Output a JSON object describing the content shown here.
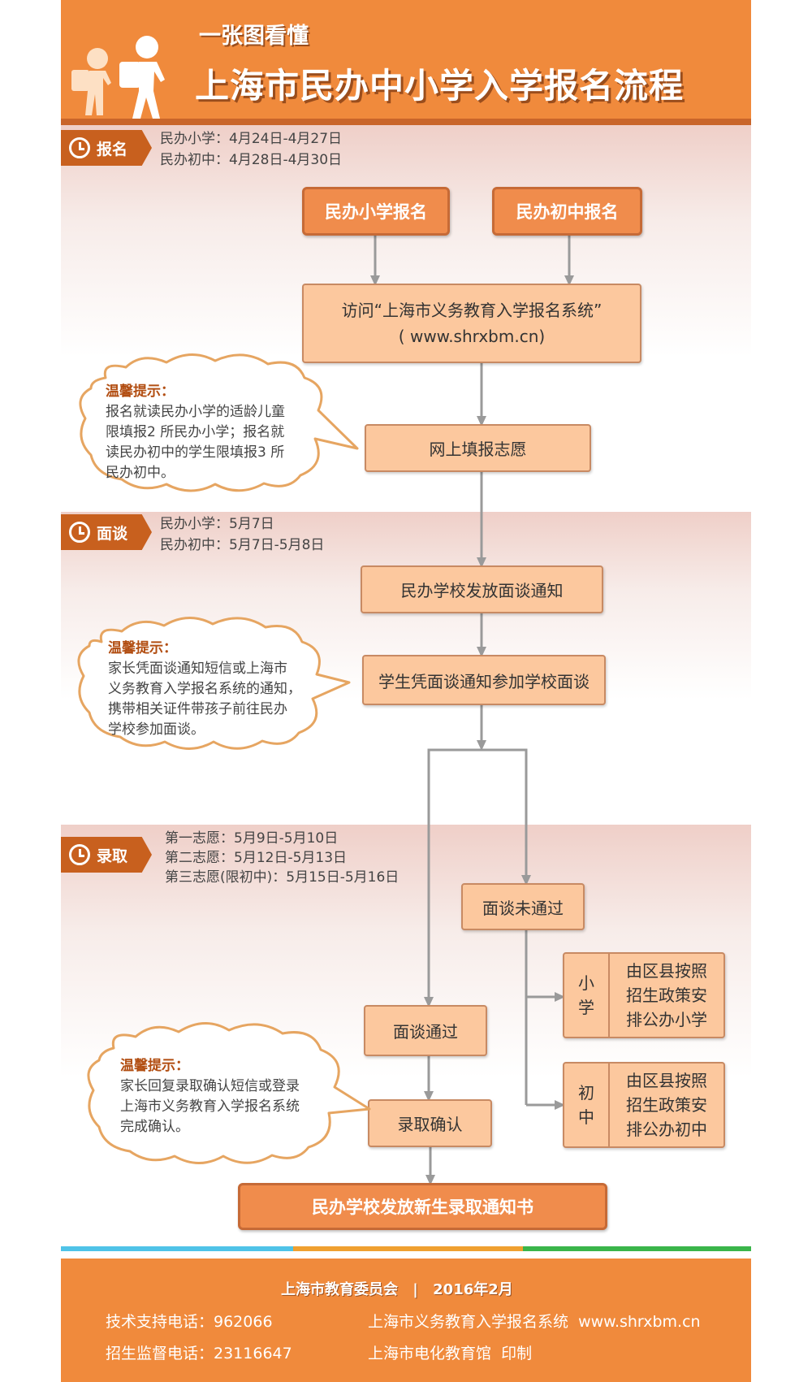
{
  "header": {
    "subtitle": "一张图看懂",
    "title": "上海市民办中小学入学报名流程"
  },
  "sections": {
    "signup": {
      "label": "报名",
      "dates": [
        "民办小学：4月24日-4月27日",
        "民办初中：4月28日-4月30日"
      ]
    },
    "interview": {
      "label": "面谈",
      "dates": [
        "民办小学：5月7日",
        "民办初中：5月7日-5月8日"
      ]
    },
    "admission": {
      "label": "录取",
      "dates": [
        "第一志愿：5月9日-5月10日",
        "第二志愿：5月12日-5月13日",
        "第三志愿(限初中)：5月15日-5月16日"
      ]
    }
  },
  "steps": {
    "primary_signup": "民办小学报名",
    "middle_signup": "民办初中报名",
    "visit_line1": "访问“上海市义务教育入学报名系统”",
    "visit_line2": "( www.shrxbm.cn)",
    "fill": "网上填报志愿",
    "notice": "民办学校发放面谈通知",
    "attend": "学生凭面谈通知参加学校面谈",
    "failed": "面谈未通过",
    "primary_tag": [
      "小",
      "学"
    ],
    "primary_assign": [
      "由区县按照",
      "招生政策安",
      "排公办小学"
    ],
    "middle_tag": [
      "初",
      "中"
    ],
    "middle_assign": [
      "由区县按照",
      "招生政策安",
      "排公办初中"
    ],
    "passed": "面谈通过",
    "confirm": "录取确认",
    "final": "民办学校发放新生录取通知书"
  },
  "tips": {
    "head": "温馨提示：",
    "tip1": [
      "报名就读民办小学的适龄儿童",
      "限填报2 所民办小学；报名就",
      "读民办初中的学生限填报3 所",
      "民办初中。"
    ],
    "tip2": [
      "家长凭面谈通知短信或上海市",
      "义务教育入学报名系统的通知，",
      "携带相关证件带孩子前往民办",
      "学校参加面谈。"
    ],
    "tip3": [
      "家长回复录取确认短信或登录",
      "上海市义务教育入学报名系统",
      "完成确认。"
    ]
  },
  "footer": {
    "org": "上海市教育委员会",
    "sep": "|",
    "date": "2016年2月",
    "tech_support": "技术支持电话：962066",
    "system": "上海市义务教育入学报名系统  www.shrxbm.cn",
    "supervision": "招生监督电话：23116647",
    "printer": "上海市电化教育馆  印制"
  },
  "colors": {
    "header_orange": "#f08a3c",
    "tag_brown": "#c8601e",
    "box_light": "#fcc89e",
    "box_dark": "#f08c4c",
    "bar_blue": "#4fc3e8",
    "bar_orange": "#f0a030",
    "bar_green": "#3ab54a"
  }
}
